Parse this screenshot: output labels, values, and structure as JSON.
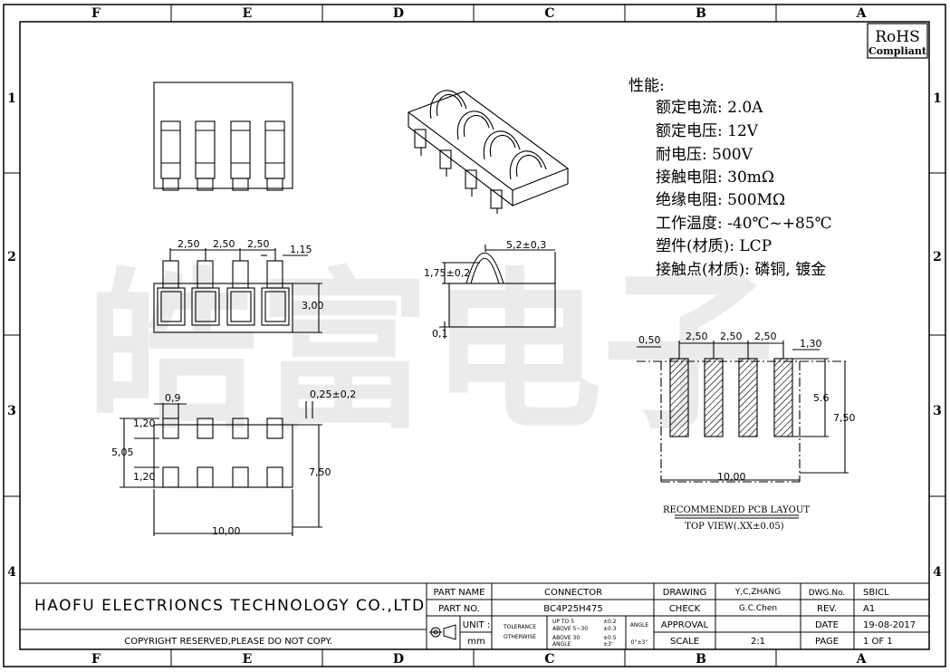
{
  "border": {
    "top_columns": [
      "F",
      "E",
      "D",
      "C",
      "B",
      "A"
    ],
    "bottom_columns": [
      "F",
      "E",
      "D",
      "C",
      "B",
      "A"
    ],
    "left_rows": [
      "1",
      "2",
      "3",
      "4"
    ],
    "right_rows": [
      "1",
      "2",
      "3",
      "4"
    ]
  },
  "rohs": {
    "line1": "RoHS",
    "line2": "Compliant"
  },
  "watermark": "皓富电子",
  "specs": {
    "heading": "性能:",
    "lines": [
      "额定电流: 2.0A",
      "额定电压: 12V",
      "耐电压: 500V",
      "接触电阻: 30mΩ",
      "绝缘电阻: 500MΩ",
      "工作温度: -40℃~+85℃",
      "塑件(材质): LCP",
      "接触点(材质): 磷铜, 镀金"
    ]
  },
  "dims": {
    "pitch1": "2,50",
    "pitch2": "2,50",
    "pitch3": "2,50",
    "w115": "1,15",
    "h300": "3,00",
    "w52": "5,2±0,3",
    "h175": "1,75±0,2",
    "d01": "0,1",
    "w09": "0,9",
    "d025": "0,25±0,2",
    "h120a": "1,20",
    "h505": "5,05",
    "h120b": "1,20",
    "h750": "7,50",
    "w1000": "10,00",
    "pcb_050": "0,50",
    "pcb_p1": "2,50",
    "pcb_p2": "2,50",
    "pcb_p3": "2,50",
    "pcb_130": "1,30",
    "pcb_56": "5.6",
    "pcb_750": "7,50",
    "pcb_1000": "10,00"
  },
  "pcb": {
    "title": "RECOMMENDED PCB LAYOUT",
    "subtitle": "TOP VIEW(.XX±0.05)"
  },
  "title_block": {
    "company": "HAOFU ELECTRIONCS TECHNOLOGY CO.,LTD",
    "copyright": "COPYRIGHT RESERVED,PLEASE DO NOT COPY.",
    "part_name_label": "PART NAME",
    "part_name": "CONNECTOR",
    "part_no_label": "PART NO.",
    "part_no": "BC4P25H475",
    "unit_label": "UNIT :",
    "unit": "mm",
    "tolerance_label": "TOLERANCE",
    "otherwise_label": "OTHERWISE",
    "tol_upto5": "UP TO 5",
    "tol_upto5_val": "±0.2",
    "tol_5_30": "ABOVE 5~30",
    "tol_5_30_val": "±0.3",
    "tol_above30": "ABOVE 30",
    "tol_above30_val": "±0.5",
    "tol_angle": "ANGLE",
    "tol_angle_val": "±3'",
    "angle_label": "ANGLE",
    "angle_val": "0°±3°",
    "drawing_label": "DRAWING",
    "drawing": "Y,C,ZHANG",
    "check_label": "CHECK",
    "check": "G.C.Chen",
    "approval_label": "APPROVAL",
    "scale_label": "SCALE",
    "scale": "2:1",
    "dwg_label": "DWG.No.",
    "dwg": "SBICL",
    "rev_label": "REV.",
    "rev": "A1",
    "date_label": "DATE",
    "date": "19-08-2017",
    "page_label": "PAGE",
    "page": "1 OF 1"
  }
}
